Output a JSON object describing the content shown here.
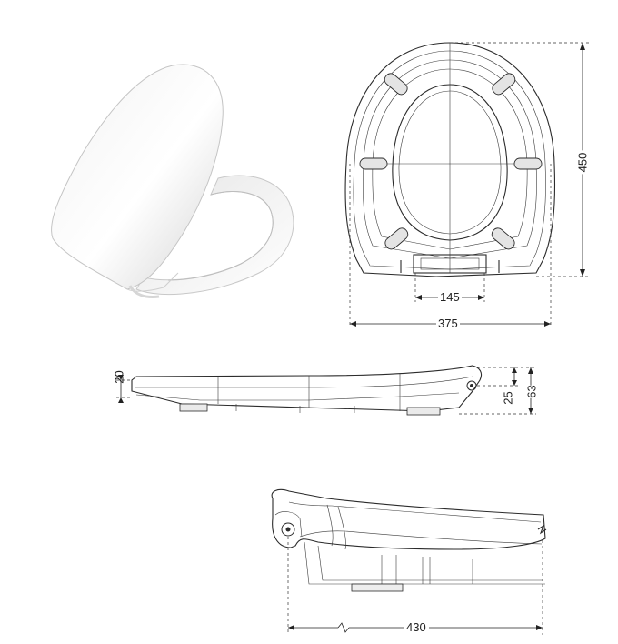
{
  "dimensions": {
    "overall_width": "375",
    "overall_length": "450",
    "hinge_spacing": "145",
    "seat_thickness": "20",
    "seat_height_front": "25",
    "seat_height_total": "63",
    "hinge_offset": "430"
  },
  "colors": {
    "line": "#2b2b2b",
    "seat_white": "#ffffff",
    "shade": "#d9d9d9"
  },
  "icons": {
    "product_photo": "toilet-seat-render"
  }
}
